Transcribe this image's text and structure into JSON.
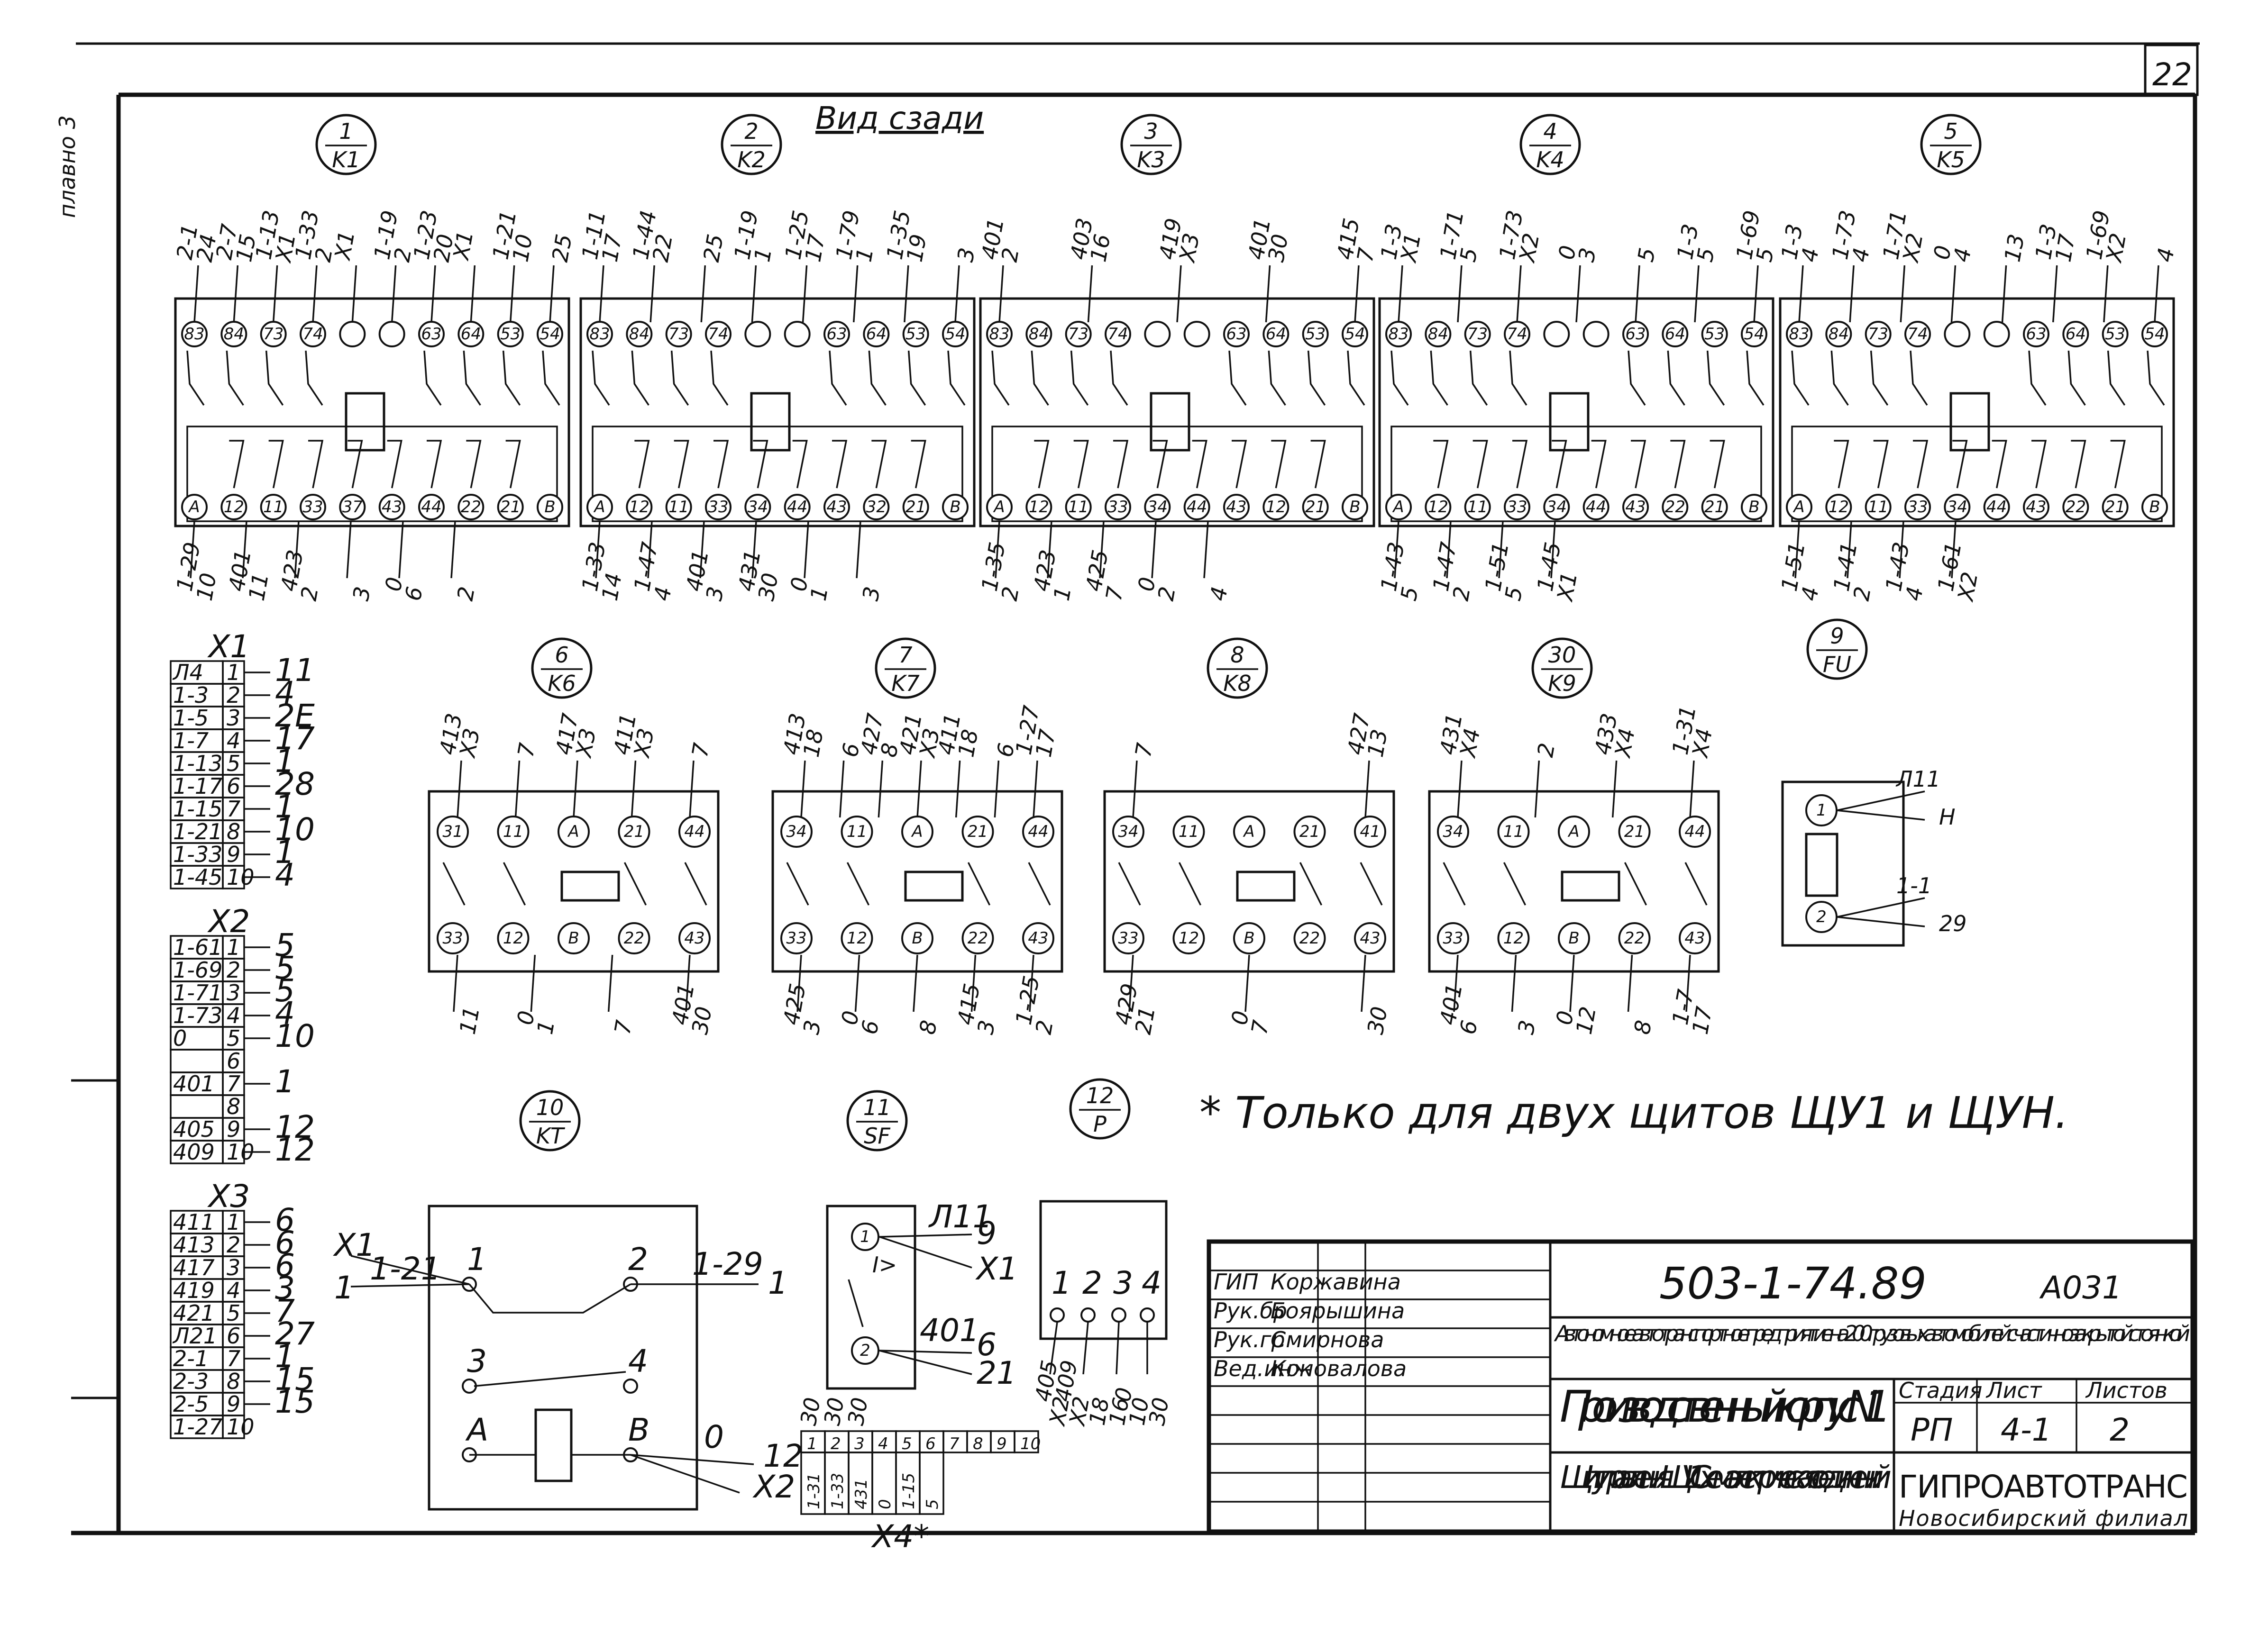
{
  "sheet": {
    "number": "22",
    "side_label": "Вид сзади",
    "edge_note": "плавно 3"
  },
  "relays_top": [
    {
      "id": "1",
      "code": "K1",
      "top_wires": [
        [
          "2-1",
          "24"
        ],
        [
          "2-7",
          "15"
        ],
        [
          "1-13",
          "X1"
        ],
        [
          "1-33",
          "2"
        ],
        [
          "X1",
          ""
        ],
        [
          "1-19",
          "2"
        ],
        [
          "1-23",
          "20"
        ],
        [
          "X1",
          ""
        ],
        [
          "1-21",
          "10"
        ],
        [
          "",
          "25"
        ]
      ],
      "top_terms": [
        "83",
        "84",
        "73",
        "74",
        "",
        "",
        "63",
        "64",
        "53",
        "54"
      ],
      "bottom_terms": [
        "A",
        "12",
        "11",
        "33",
        "37",
        "43",
        "44",
        "22",
        "21",
        "B"
      ],
      "bottom_wires": [
        [
          "1-29",
          "10"
        ],
        [
          "401",
          "11"
        ],
        [
          "423",
          "2"
        ],
        [
          "",
          "3"
        ],
        [
          "0",
          "6"
        ],
        [
          "",
          "2"
        ]
      ]
    },
    {
      "id": "2",
      "code": "K2",
      "top_wires": [
        [
          "1-11",
          "17"
        ],
        [
          "1-44",
          "22"
        ],
        [
          "",
          "25"
        ],
        [
          "1-19",
          "1"
        ],
        [
          "1-25",
          "17"
        ],
        [
          "1-79",
          "1"
        ],
        [
          "1-35",
          "19"
        ],
        [
          "",
          "3"
        ]
      ],
      "top_terms": [
        "83",
        "84",
        "73",
        "74",
        "",
        "",
        "63",
        "64",
        "53",
        "54"
      ],
      "bottom_terms": [
        "A",
        "12",
        "11",
        "33",
        "34",
        "44",
        "43",
        "32",
        "21",
        "B"
      ],
      "bottom_wires": [
        [
          "1-33",
          "14"
        ],
        [
          "1-47",
          "4"
        ],
        [
          "401",
          "3"
        ],
        [
          "431",
          "30"
        ],
        [
          "0",
          "1"
        ],
        [
          "",
          "3"
        ]
      ]
    },
    {
      "id": "3",
      "code": "K3",
      "top_wires": [
        [
          "401",
          "2"
        ],
        [
          "403",
          "16"
        ],
        [
          "419",
          "X3"
        ],
        [
          "401",
          "30"
        ],
        [
          "415",
          "7"
        ]
      ],
      "top_terms": [
        "83",
        "84",
        "73",
        "74",
        "",
        "",
        "63",
        "64",
        "53",
        "54"
      ],
      "bottom_terms": [
        "A",
        "12",
        "11",
        "33",
        "34",
        "44",
        "43",
        "12",
        "21",
        "B"
      ],
      "bottom_wires": [
        [
          "1-35",
          "2"
        ],
        [
          "423",
          "1"
        ],
        [
          "425",
          "7"
        ],
        [
          "0",
          "2"
        ],
        [
          "",
          "4"
        ]
      ]
    },
    {
      "id": "4",
      "code": "K4",
      "top_wires": [
        [
          "1-3",
          "X1"
        ],
        [
          "1-71",
          "5"
        ],
        [
          "1-73",
          "X2"
        ],
        [
          "0",
          "3"
        ],
        [
          "",
          "5"
        ],
        [
          "1-3",
          "5"
        ],
        [
          "1-69",
          "5"
        ]
      ],
      "top_terms": [
        "83",
        "84",
        "73",
        "74",
        "",
        "",
        "63",
        "64",
        "53",
        "54"
      ],
      "bottom_terms": [
        "A",
        "12",
        "11",
        "33",
        "34",
        "44",
        "43",
        "22",
        "21",
        "B"
      ],
      "bottom_wires": [
        [
          "1-43",
          "5"
        ],
        [
          "1-47",
          "2"
        ],
        [
          "1-51",
          "5"
        ],
        [
          "1-45",
          "X1"
        ]
      ]
    },
    {
      "id": "5",
      "code": "K5",
      "top_wires": [
        [
          "1-3",
          "4"
        ],
        [
          "1-73",
          "4"
        ],
        [
          "1-71",
          "X2"
        ],
        [
          "0",
          "4"
        ],
        [
          "",
          "13"
        ],
        [
          "1-3",
          "17"
        ],
        [
          "1-69",
          "X2"
        ],
        [
          "",
          "4"
        ]
      ],
      "top_terms": [
        "83",
        "84",
        "73",
        "74",
        "",
        "",
        "63",
        "64",
        "53",
        "54"
      ],
      "bottom_terms": [
        "A",
        "12",
        "11",
        "33",
        "34",
        "44",
        "43",
        "22",
        "21",
        "B"
      ],
      "bottom_wires": [
        [
          "1-51",
          "4"
        ],
        [
          "1-41",
          "2"
        ],
        [
          "1-43",
          "4"
        ],
        [
          "1-61",
          "X2"
        ]
      ]
    }
  ],
  "relays_mid": [
    {
      "id": "6",
      "code": "K6",
      "top_wires": [
        [
          "413",
          "X3"
        ],
        [
          "",
          "7"
        ],
        [
          "417",
          "X3"
        ],
        [
          "411",
          "X3"
        ],
        [
          "",
          "7"
        ]
      ],
      "top_terms": [
        "31",
        "11",
        "A",
        "21",
        "44"
      ],
      "bottom_terms": [
        "33",
        "12",
        "B",
        "22",
        "43"
      ],
      "bottom_wires": [
        [
          "",
          "11"
        ],
        [
          "0",
          "1"
        ],
        [
          "",
          "7"
        ],
        [
          "401",
          "30"
        ]
      ]
    },
    {
      "id": "7",
      "code": "K7",
      "top_wires": [
        [
          "413",
          "18"
        ],
        [
          "",
          "6"
        ],
        [
          "427",
          "8"
        ],
        [
          "421",
          "X3"
        ],
        [
          "411",
          "18"
        ],
        [
          "",
          "6"
        ],
        [
          "1-27",
          "17"
        ]
      ],
      "top_terms": [
        "34",
        "11",
        "A",
        "21",
        "44"
      ],
      "bottom_terms": [
        "33",
        "12",
        "B",
        "22",
        "43"
      ],
      "bottom_wires": [
        [
          "425",
          "3"
        ],
        [
          "0",
          "6"
        ],
        [
          "",
          "8"
        ],
        [
          "415",
          "3"
        ],
        [
          "1-25",
          "2"
        ]
      ]
    },
    {
      "id": "8",
      "code": "K8",
      "top_wires": [
        [
          "",
          "7"
        ],
        [
          "427",
          "13"
        ]
      ],
      "top_terms": [
        "34",
        "11",
        "A",
        "21",
        "41"
      ],
      "bottom_terms": [
        "33",
        "12",
        "B",
        "22",
        "43"
      ],
      "bottom_wires": [
        [
          "429",
          "21"
        ],
        [
          "0",
          "7"
        ],
        [
          "",
          "30"
        ]
      ]
    },
    {
      "id": "30",
      "code": "K9",
      "top_wires": [
        [
          "431",
          "X4"
        ],
        [
          "",
          "2"
        ],
        [
          "433",
          "X4"
        ],
        [
          "1-31",
          "X4"
        ]
      ],
      "top_terms": [
        "34",
        "11",
        "A",
        "21",
        "44"
      ],
      "bottom_terms": [
        "33",
        "12",
        "B",
        "22",
        "43"
      ],
      "bottom_wires": [
        [
          "401",
          "6"
        ],
        [
          "",
          "3"
        ],
        [
          "0",
          "12"
        ],
        [
          "",
          "8"
        ],
        [
          "1-7",
          "17"
        ]
      ]
    }
  ],
  "fuse": {
    "id": "9",
    "code": "FU",
    "terms": [
      "1",
      "2"
    ],
    "wires": [
      [
        "Л11",
        "H"
      ],
      [
        "1-1",
        "29"
      ]
    ]
  },
  "timer": {
    "id": "10",
    "code": "KT",
    "terms": [
      "1",
      "2",
      "3",
      "4",
      "A",
      "B"
    ],
    "wires_left": [
      [
        "X1",
        "1-21"
      ],
      [
        "1",
        ""
      ]
    ],
    "wires_right": [
      [
        "1-29",
        "1"
      ]
    ],
    "wires_bottom": [
      [
        "0",
        "12"
      ],
      [
        "",
        "X2"
      ]
    ]
  },
  "breaker": {
    "id": "11",
    "code": "SF",
    "terms": [
      "1",
      "2"
    ],
    "mark": "I>",
    "wires": [
      [
        "Л11",
        "9"
      ],
      [
        "",
        "X1"
      ],
      [
        "401",
        "6"
      ],
      [
        "",
        "21"
      ]
    ]
  },
  "socket": {
    "id": "12",
    "code": "P",
    "terms": [
      "1",
      "2",
      "3",
      "4"
    ],
    "wires": [
      [
        "405",
        "X2"
      ],
      [
        "409",
        "X2"
      ],
      [
        "",
        "18"
      ],
      [
        "",
        "16"
      ],
      [
        "0",
        "10"
      ],
      [
        "",
        "30"
      ]
    ]
  },
  "note": "* Только для двух щитов ЩУ1 и ЩУН.",
  "blocks": {
    "x1": {
      "title": "X1",
      "rows": [
        [
          "Л4",
          "1",
          "11"
        ],
        [
          "1-3",
          "2",
          "4"
        ],
        [
          "1-5",
          "3",
          "2E"
        ],
        [
          "1-7",
          "4",
          "17"
        ],
        [
          "1-13",
          "5",
          "1"
        ],
        [
          "1-17",
          "6",
          "28"
        ],
        [
          "1-15",
          "7",
          "1"
        ],
        [
          "1-21",
          "8",
          "10"
        ],
        [
          "1-33",
          "9",
          "1"
        ],
        [
          "1-45",
          "10",
          "4"
        ]
      ]
    },
    "x2": {
      "title": "X2",
      "rows": [
        [
          "1-61",
          "1",
          "5"
        ],
        [
          "1-69",
          "2",
          "5"
        ],
        [
          "1-71",
          "3",
          "5"
        ],
        [
          "1-73",
          "4",
          "4"
        ],
        [
          "0",
          "5",
          "10"
        ],
        [
          "",
          "6",
          ""
        ],
        [
          "401",
          "7",
          "1"
        ],
        [
          "",
          "8",
          ""
        ],
        [
          "405",
          "9",
          "12"
        ],
        [
          "409",
          "10",
          "12"
        ]
      ]
    },
    "x3": {
      "title": "X3",
      "rows": [
        [
          "411",
          "1",
          "6"
        ],
        [
          "413",
          "2",
          "6"
        ],
        [
          "417",
          "3",
          "6"
        ],
        [
          "419",
          "4",
          "3"
        ],
        [
          "421",
          "5",
          "7"
        ],
        [
          "Л21",
          "6",
          "27"
        ],
        [
          "2-1",
          "7",
          "1"
        ],
        [
          "2-3",
          "8",
          "15"
        ],
        [
          "2-5",
          "9",
          "15"
        ],
        [
          "1-27",
          "10",
          ""
        ]
      ]
    },
    "x4": {
      "title": "X4*",
      "top": [
        "30",
        "30",
        "30"
      ],
      "row1": [
        "1-31",
        "1-33",
        "431",
        "0",
        "1-15",
        "5"
      ],
      "nums": [
        "1",
        "2",
        "3",
        "4",
        "5",
        "6",
        "7",
        "8",
        "9",
        "10"
      ]
    }
  },
  "title_block": {
    "roles": [
      [
        "ГИП",
        "Коржавина"
      ],
      [
        "Рук.бр",
        "Боярышина"
      ],
      [
        "Рук.гр",
        "Смирнова"
      ],
      [
        "Вед.инж",
        "Коновалова"
      ]
    ],
    "doc_code": "503-1-74.89",
    "sheet_code": "А031",
    "project": "Автономное автотранспортное предприятие на 200 грузовых автомобилей с частично закрытой стоянкой",
    "building": "Производственный корпус N 1",
    "drawing": "Щит управления ЩУ1. Схема электрическая соединений",
    "stage_h": "Стадия",
    "sheet_h": "Лист",
    "sheets_h": "Листов",
    "stage": "РП",
    "sheet": "4-1",
    "sheets": "2",
    "org": "ГИПРОАВТОТРАНС",
    "branch": "Новосибирский филиал"
  }
}
